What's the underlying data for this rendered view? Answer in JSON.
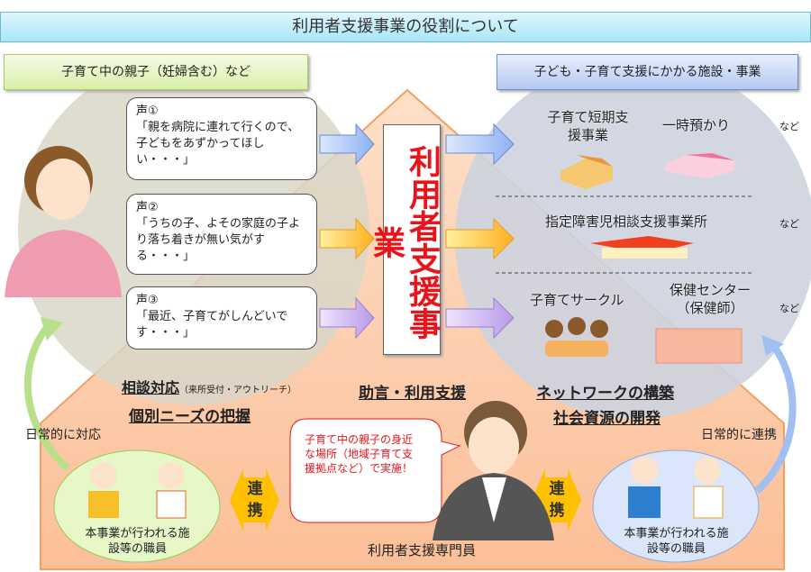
{
  "title": "利用者支援事業の役割について",
  "left_header": "子育て中の親子（妊婦含む）など",
  "right_header": "子ども・子育て支援にかかる施設・事業",
  "voices": [
    {
      "label": "声①",
      "text": "「親を病院に連れて行くので、子どもをあずかってほしい・・・」"
    },
    {
      "label": "声②",
      "text": "「うちの子、よその家庭の子より落ち着きが無い気がする・・・」"
    },
    {
      "label": "声③",
      "text": "「最近、子育てがしんどいです・・・」"
    }
  ],
  "center_label": "利用者支援事業",
  "facilities": {
    "row1": [
      "子育て短期支援事業",
      "一時預かり"
    ],
    "row2": [
      "指定障害児相談支援事業所"
    ],
    "row3": [
      "子育てサークル",
      "保健センター（保健師）"
    ],
    "etc": "など"
  },
  "functions": {
    "consult": "相談対応",
    "consult_note": "（来所受付・アウトリーチ）",
    "needs": "個別ニーズの把握",
    "advice": "助言・利用支援",
    "network": "ネットワークの構築",
    "resources": "社会資源の開発"
  },
  "daily_left": "日常的に対応",
  "daily_right": "日常的に連携",
  "staff_left": "本事業が行われる施設等の職員",
  "staff_right": "本事業が行われる施設等の職員",
  "renkei": "連携",
  "specialist_bubble": "子育て中の親子の身近な場所（地域子育て支援拠点など）で実施！",
  "specialist": "利用者支援専門員",
  "colors": {
    "accent_red": "#e8141b",
    "house": "#fbc9a4"
  }
}
